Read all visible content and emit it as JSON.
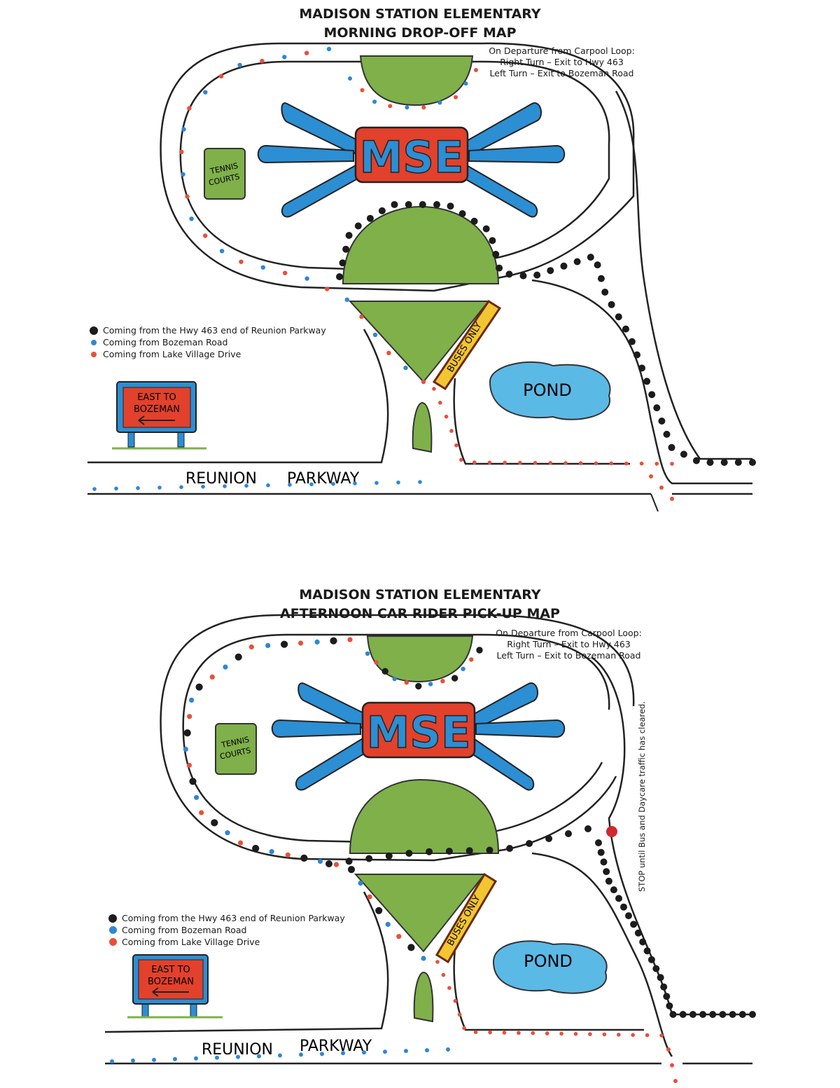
{
  "maps": [
    {
      "title_line1": "MADISON STATION ELEMENTARY",
      "title_line2": "MORNING DROP-OFF MAP",
      "departure": [
        "On Departure from Carpool Loop:",
        "Right Turn – Exit to Hwy 463",
        "Left Turn – Exit to Bozeman Road"
      ],
      "legend": [
        {
          "label": "Coming from the Hwy 463 end of Reunion Parkway",
          "color": "#1c1c1c"
        },
        {
          "label": "Coming from Bozeman Road",
          "color": "#2f86d6"
        },
        {
          "label": "Coming from Lake Village Drive",
          "color": "#e8503a"
        }
      ],
      "school": "MSE",
      "courts": [
        "TENNIS",
        "COURTS"
      ],
      "buses": "BUSES ONLY",
      "pond": "POND",
      "sign": [
        "EAST TO",
        "BOZEMAN"
      ],
      "road": [
        "REUNION",
        "PARKWAY"
      ]
    },
    {
      "title_line1": "MADISON STATION ELEMENTARY",
      "title_line2": "AFTERNOON CAR RIDER PICK-UP MAP",
      "departure": [
        "On Departure from Carpool Loop:",
        "Right Turn – Exit to Hwy 463",
        "Left Turn – Exit to Bozeman Road"
      ],
      "legend": [
        {
          "label": "Coming from the Hwy 463 end of Reunion Parkway",
          "color": "#1c1c1c"
        },
        {
          "label": "Coming from Bozeman Road",
          "color": "#2f86d6"
        },
        {
          "label": "Coming from Lake Village Drive",
          "color": "#e8503a"
        }
      ],
      "school": "MSE",
      "courts": [
        "TENNIS",
        "COURTS"
      ],
      "buses": "BUSES ONLY",
      "pond": "POND",
      "sign": [
        "EAST TO",
        "BOZEMAN"
      ],
      "road": [
        "REUNION",
        "PARKWAY"
      ],
      "stop_note": "STOP until Bus and Daycare traffic has cleared."
    }
  ],
  "colors": {
    "grass": "#7fb04a",
    "school": "#e2412c",
    "wing": "#2c8ed3",
    "pond": "#5bb9e6",
    "bus_lane": "#f2c531"
  }
}
